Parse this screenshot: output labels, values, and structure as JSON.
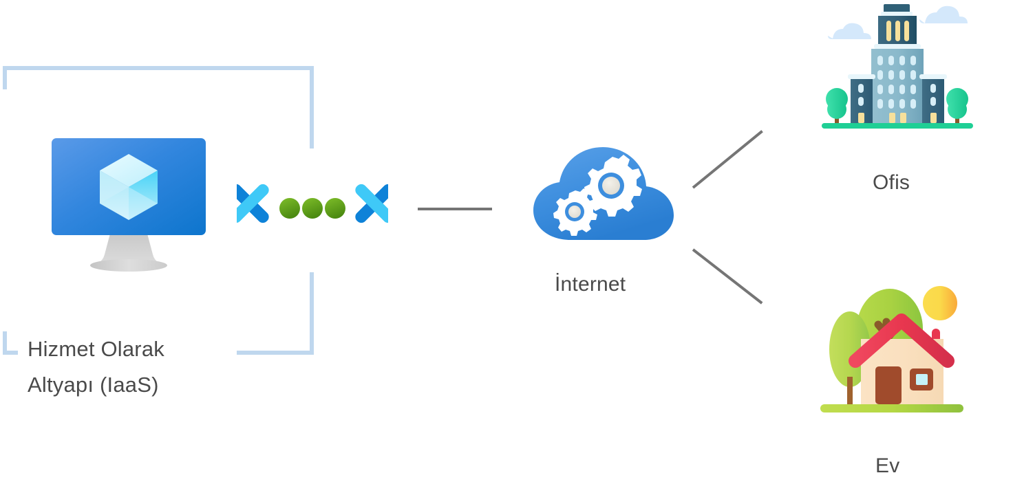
{
  "diagram": {
    "title_present": false,
    "background_color": "#ffffff",
    "nodes": [
      {
        "id": "iaas",
        "label": "Hizmet Olarak\nAltyapı (IaaS)",
        "label_line1": "Hizmet Olarak",
        "label_line2": "Altyapı (IaaS)",
        "icon": "virtual-machine-monitor-icon",
        "grouped": true,
        "group_style": "dashed-bracket",
        "group_color": "#bfd7ee"
      },
      {
        "id": "code",
        "label": "",
        "icon": "code-chevrons-icon",
        "colors": {
          "chevron_dark": "#0f82d6",
          "chevron_light": "#3fc6f5",
          "dot": "#5a9e19"
        }
      },
      {
        "id": "internet",
        "label": "İnternet",
        "icon": "cloud-gears-icon",
        "colors": {
          "cloud": "#3f8fdf",
          "gear": "#ffffff"
        }
      },
      {
        "id": "office",
        "label": "Ofis",
        "icon": "office-building-icon"
      },
      {
        "id": "home",
        "label": "Ev",
        "icon": "house-icon"
      }
    ],
    "connectors": [
      {
        "id": "code-to-internet",
        "from": "code",
        "to": "internet",
        "style": "solid",
        "color": "#757575"
      },
      {
        "id": "internet-to-office",
        "from": "internet",
        "to": "office",
        "style": "solid",
        "color": "#757575"
      },
      {
        "id": "internet-to-home",
        "from": "internet",
        "to": "home",
        "style": "solid",
        "color": "#757575"
      }
    ],
    "text_color": "#4a4a4a"
  },
  "labels": {
    "iaas_line1": "Hizmet Olarak",
    "iaas_line2": "Altyapı (IaaS)",
    "internet": "İnternet",
    "office": "Ofis",
    "home": "Ev"
  }
}
